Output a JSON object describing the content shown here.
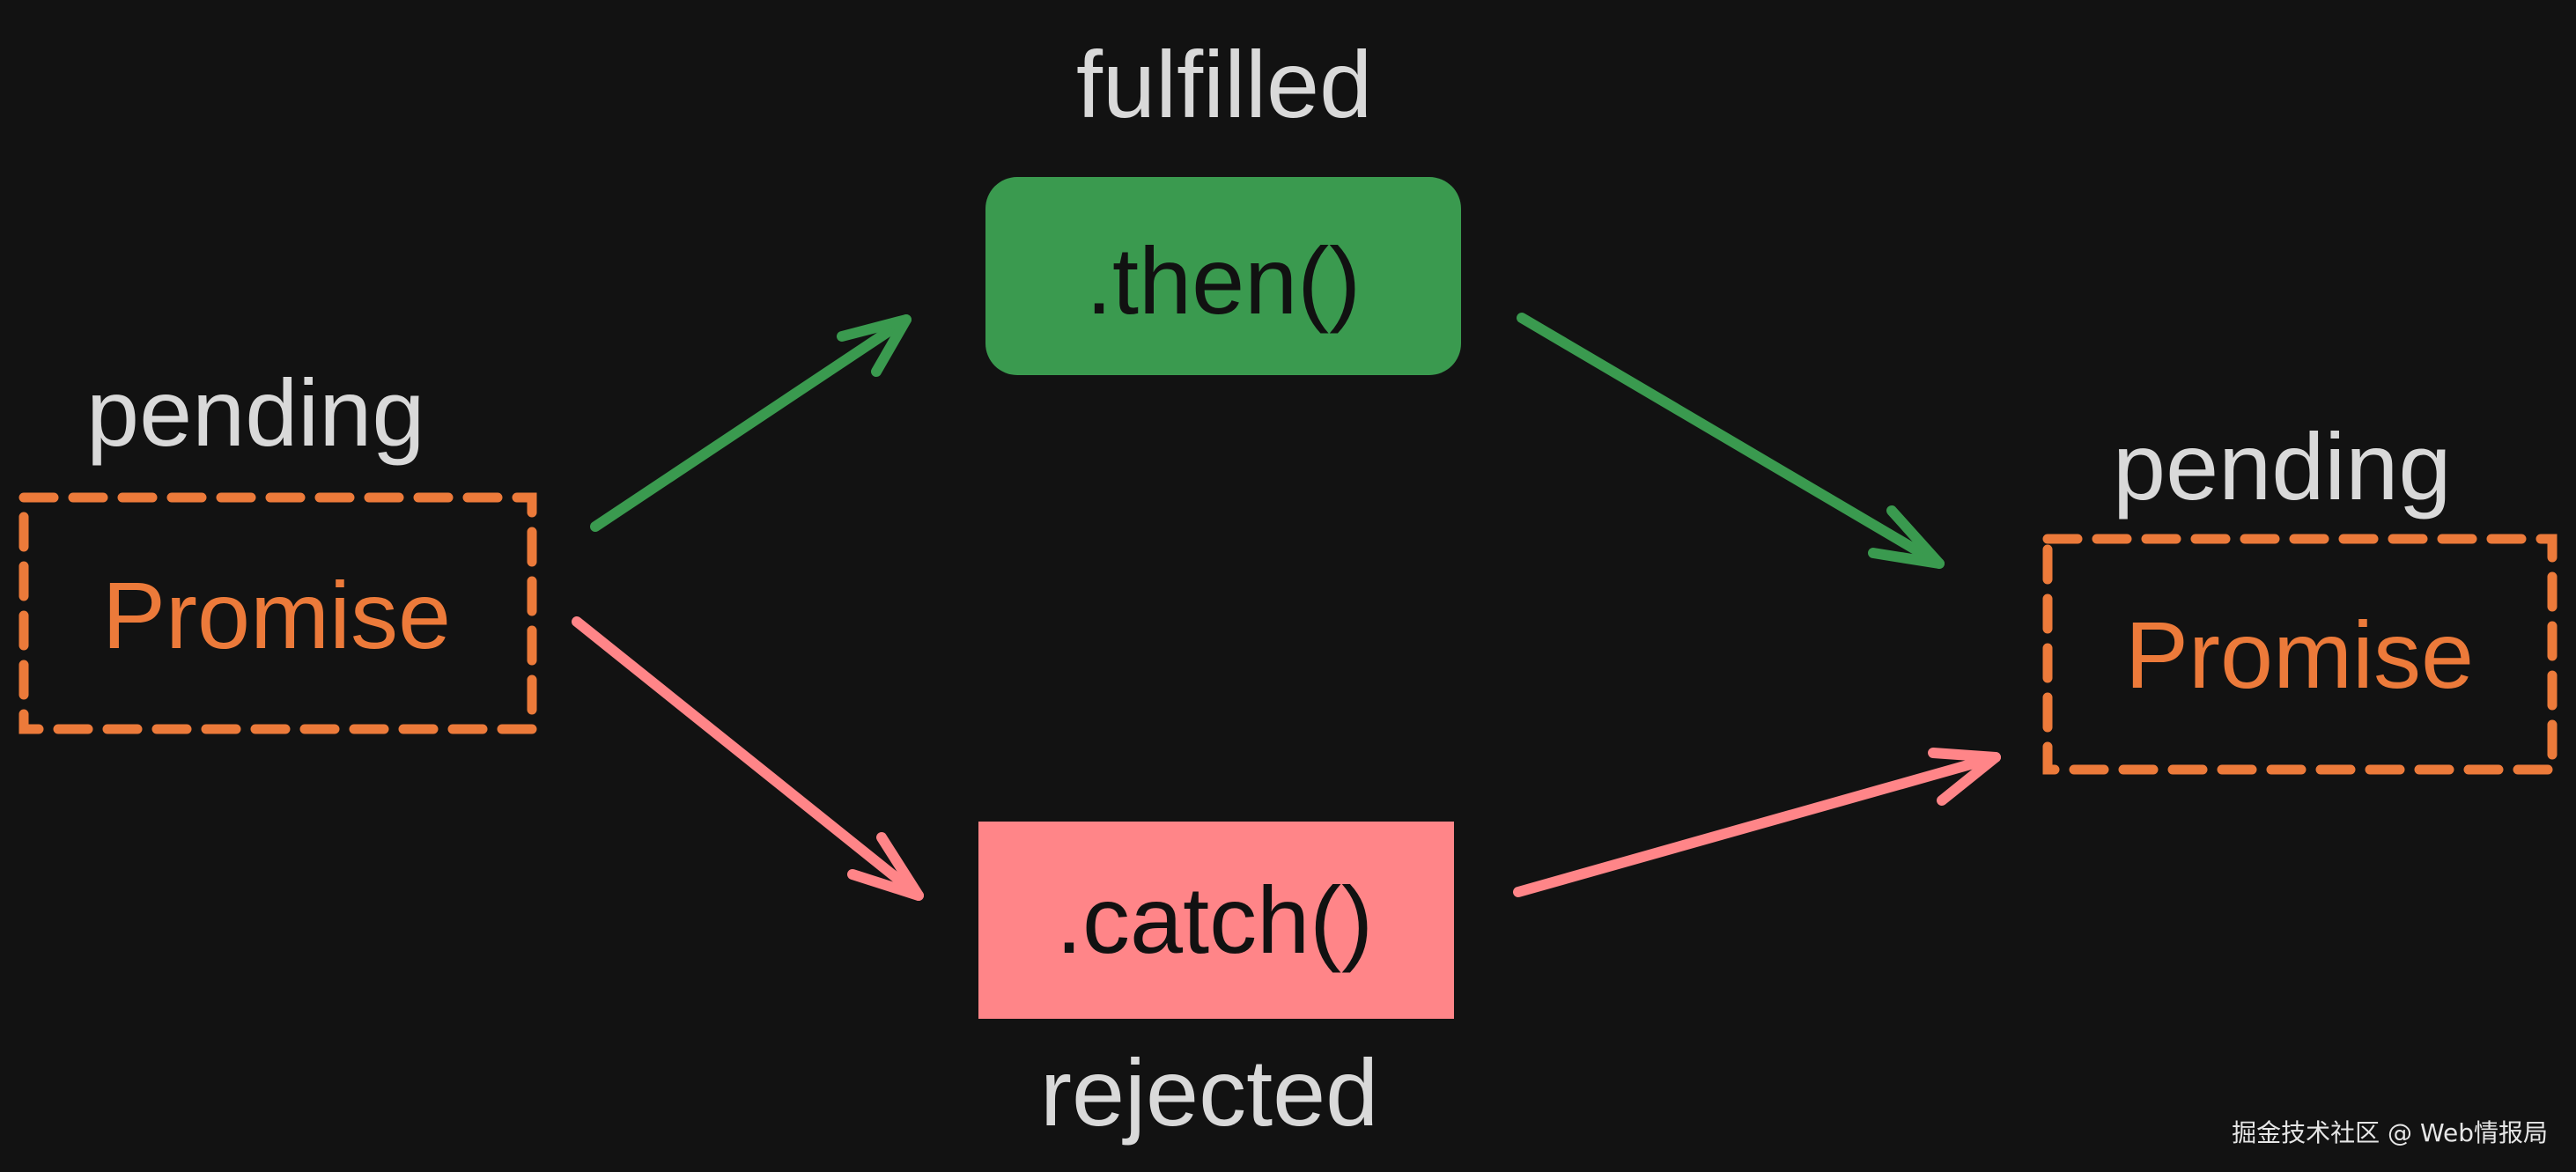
{
  "diagram": {
    "left": {
      "state": "pending",
      "promise": "Promise"
    },
    "then": {
      "state": "fulfilled",
      "label": ".then()"
    },
    "catch": {
      "state": "rejected",
      "label": ".catch()"
    },
    "right": {
      "state": "pending",
      "promise": "Promise"
    }
  },
  "watermark": "掘金技术社区 @ Web情报局",
  "colors": {
    "background": "#121212",
    "text": "#d9d9d9",
    "promise": "#ec7a3a",
    "then": "#3a9a4f",
    "catch": "#ff8588"
  }
}
